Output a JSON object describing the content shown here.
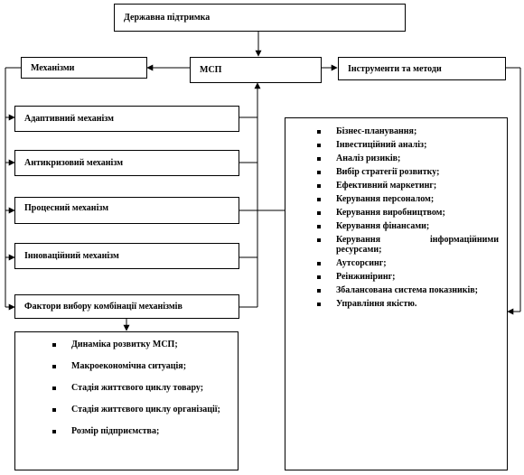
{
  "nodes": {
    "state_support": "Державна підтримка",
    "mechanisms": "Механізми",
    "msp": "МСП",
    "tools": "Інструменти та методи",
    "adaptive": "Адаптивний механізм",
    "anticrisis": "Антикризовий механізм",
    "process": "Процесний механізм",
    "innovation": "Інноваційний механізм",
    "factors": "Фактори вибору комбінації механізмів"
  },
  "tools_list": [
    "Бізнес-планування;",
    "Інвестиційний аналіз;",
    "Аналіз ризиків;",
    "Вибір стратегії розвитку;",
    "Ефективний маркетинг;",
    "Керування персоналом;",
    "Керування виробництвом;",
    "Керування фінансами;",
    "Керування інформаційними ресурсами;",
    "Аутсорсинг;",
    "Реінжиніринг;",
    "Збалансована система показників;",
    "Управління якістю."
  ],
  "factors_list": [
    "Динаміка розвитку МСП;",
    "Макроекономічна ситуація;",
    "Стадія життєвого циклу товару;",
    "Стадія життєвого циклу організації;",
    "Розмір підприємства;"
  ]
}
